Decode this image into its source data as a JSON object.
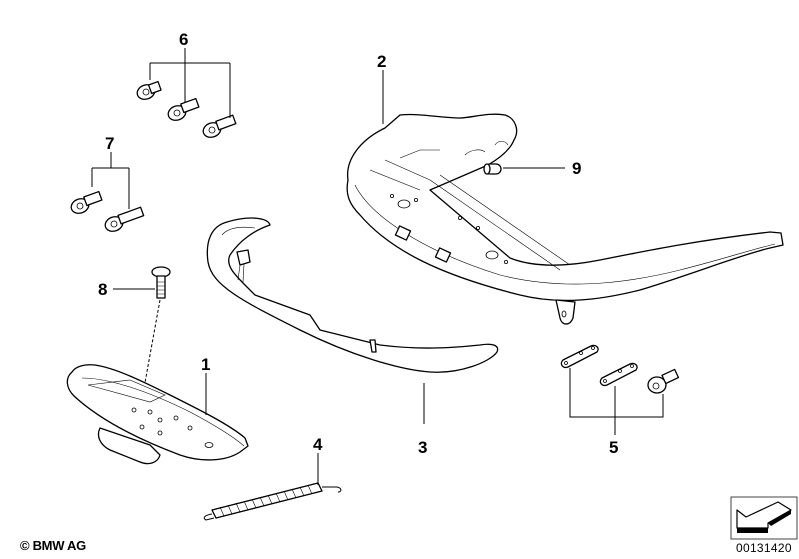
{
  "diagram": {
    "title": "Parts diagram",
    "copyright": "© BMW AG",
    "diagram_number": "00131420",
    "navigation_icon": "arrow-down-left-icon",
    "callouts": [
      {
        "number": "1",
        "part": "base-plate"
      },
      {
        "number": "2",
        "part": "seat-shell"
      },
      {
        "number": "3",
        "part": "trim-strip"
      },
      {
        "number": "4",
        "part": "tension-spring"
      },
      {
        "number": "5",
        "part": "bracket-set"
      },
      {
        "number": "6",
        "part": "screw-set-a"
      },
      {
        "number": "7",
        "part": "screw-set-b"
      },
      {
        "number": "8",
        "part": "screw"
      },
      {
        "number": "9",
        "part": "bushing"
      }
    ]
  }
}
